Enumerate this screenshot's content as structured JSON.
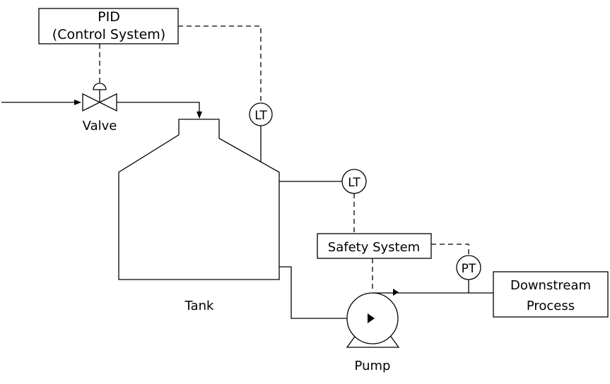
{
  "diagram": {
    "pid_box": {
      "line1": "PID",
      "line2": "(Control System)"
    },
    "valve_label": "Valve",
    "lt_top_label": "LT",
    "lt_right_label": "LT",
    "safety_system_label": "Safety System",
    "pt_label": "PT",
    "downstream_box": {
      "line1": "Downstream",
      "line2": "Process"
    },
    "tank_label": "Tank",
    "pump_label": "Pump"
  },
  "colors": {
    "line": "#000000",
    "background": "#ffffff"
  }
}
